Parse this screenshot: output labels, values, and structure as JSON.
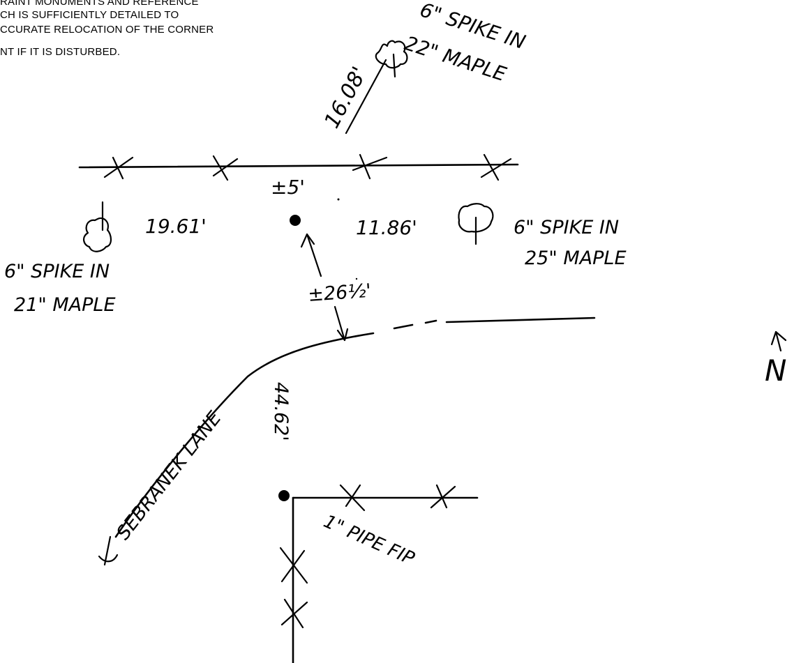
{
  "printed_note": {
    "lines": [
      "RAINT MONUMENTS AND REFERENCE",
      "CH IS SUFFICIENTLY DETAILED TO",
      "CCURATE RELOCATION OF THE CORNER",
      "NT IF IT IS DISTURBED."
    ]
  },
  "labels": {
    "tie_north": "16.08'",
    "ref_north_line1": "6\" SPIKE IN",
    "ref_north_line2": "22\" MAPLE",
    "offset_fence": "±5'",
    "tie_west": "19.61'",
    "tie_east": "11.86'",
    "ref_east_line1": "6\" SPIKE IN",
    "ref_east_line2": "25\" MAPLE",
    "ref_west_line1": "6\" SPIKE IN",
    "ref_west_line2": "21\" MAPLE",
    "offset_road": "±26½'",
    "road_name": "SEBRANEK LANE",
    "tie_south": "44.62'",
    "found_monument": "1\" PIPE FIP",
    "north_letter": "N"
  }
}
